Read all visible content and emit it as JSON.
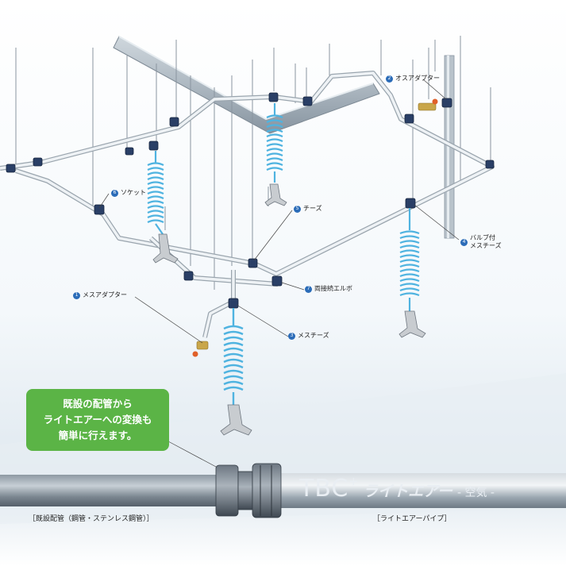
{
  "labels": {
    "osu_adapter": {
      "num": "2",
      "text": "オスアダプター"
    },
    "socket": {
      "num": "6",
      "text": "ソケット"
    },
    "tees": {
      "num": "5",
      "text": "チーズ"
    },
    "valve_female_tees": {
      "num": "4",
      "text": "バルブ付\nメスチーズ"
    },
    "female_adapter": {
      "num": "1",
      "text": "メスアダプター"
    },
    "double_elbow": {
      "num": "7",
      "text": "両接続エルボ"
    },
    "female_tees": {
      "num": "3",
      "text": "メスチーズ"
    }
  },
  "callout": {
    "line1": "既設の配管から",
    "line2": "ライトエアーへの変換も",
    "line3": "簡単に行えます。"
  },
  "captions": {
    "existing": "［既設配管（鋼管・ステンレス鋼管）］",
    "lightair": "［ライトエアーパイプ］"
  },
  "brand": {
    "tbc": "TBC",
    "plus": "+",
    "product": "ライトエアー",
    "medium": "- 空気 -"
  },
  "colors": {
    "badge": "#2b6cb8",
    "callout": "#5bb446",
    "hose": "#4fb3e0",
    "fitting": "#2a3f66",
    "steel_pipe": "#9aa6b0"
  }
}
